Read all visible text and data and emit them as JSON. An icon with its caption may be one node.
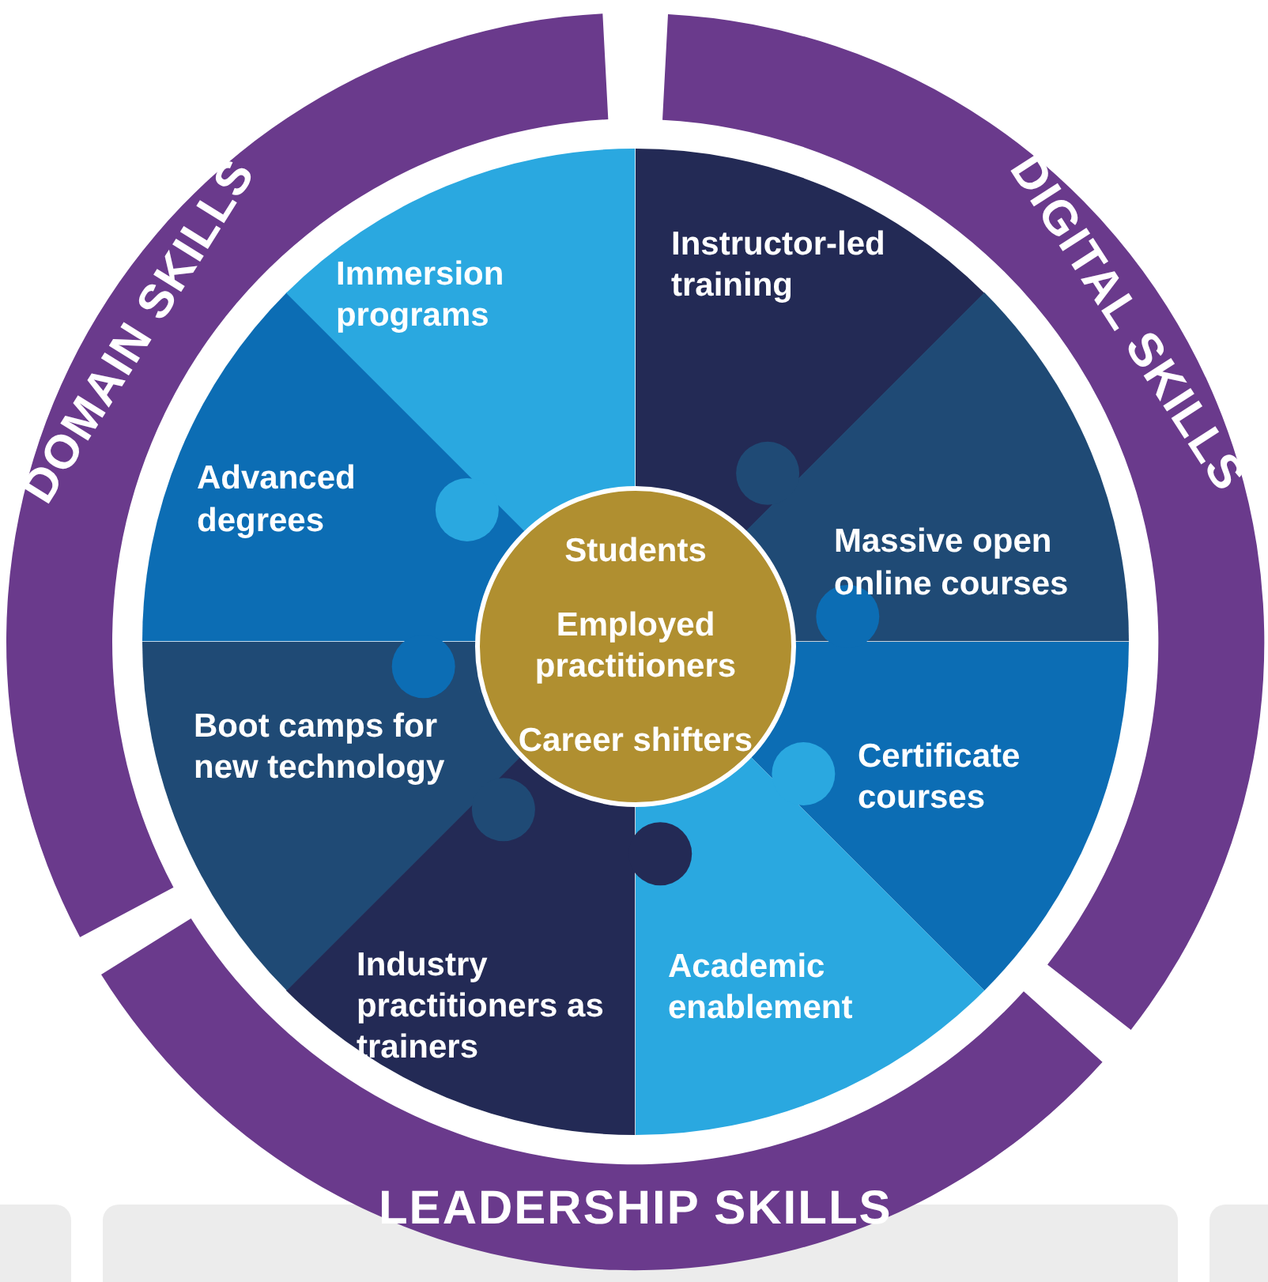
{
  "diagram": {
    "nodes": [
      {
        "text": [
          "DOMAIN SKILLS"
        ]
      },
      {
        "text": [
          "DIGITAL SKILLS"
        ]
      },
      {
        "text": [
          "Immersion programs"
        ]
      },
      {
        "text": [
          "Instructor-led training"
        ]
      },
      {
        "text": [
          "Advanced degrees"
        ]
      },
      {
        "text": [
          "Massive open online courses"
        ]
      },
      {
        "text": [
          "Students",
          "Employed practitioners",
          "Career shifters"
        ]
      },
      {
        "text": [
          "Boot camps for new technology"
        ]
      },
      {
        "text": [
          "Certificate courses"
        ]
      },
      {
        "text": [
          "Industry practitioners as trainers"
        ]
      },
      {
        "text": [
          "Academic enablement"
        ]
      },
      {
        "text": [
          "LEADERSHIP SKILLS"
        ]
      }
    ]
  }
}
